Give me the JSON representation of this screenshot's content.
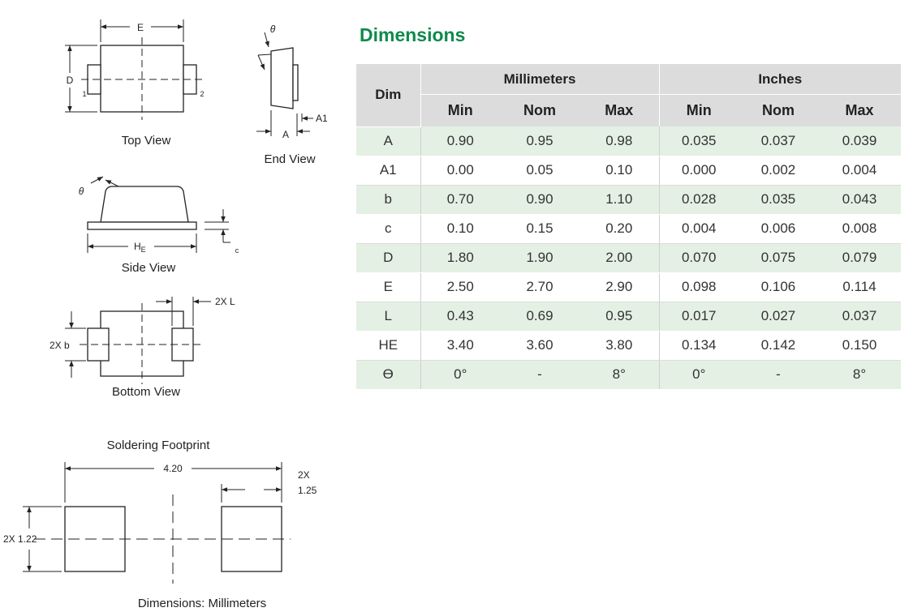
{
  "table_title": "Dimensions",
  "table": {
    "dim_header": "Dim",
    "group_headers": [
      "Millimeters",
      "Inches"
    ],
    "sub_headers": [
      "Min",
      "Nom",
      "Max",
      "Min",
      "Nom",
      "Max"
    ],
    "rows": [
      {
        "dim": "A",
        "mm": [
          "0.90",
          "0.95",
          "0.98"
        ],
        "in": [
          "0.035",
          "0.037",
          "0.039"
        ]
      },
      {
        "dim": "A1",
        "mm": [
          "0.00",
          "0.05",
          "0.10"
        ],
        "in": [
          "0.000",
          "0.002",
          "0.004"
        ]
      },
      {
        "dim": "b",
        "mm": [
          "0.70",
          "0.90",
          "1.10"
        ],
        "in": [
          "0.028",
          "0.035",
          "0.043"
        ]
      },
      {
        "dim": "c",
        "mm": [
          "0.10",
          "0.15",
          "0.20"
        ],
        "in": [
          "0.004",
          "0.006",
          "0.008"
        ]
      },
      {
        "dim": "D",
        "mm": [
          "1.80",
          "1.90",
          "2.00"
        ],
        "in": [
          "0.070",
          "0.075",
          "0.079"
        ]
      },
      {
        "dim": "E",
        "mm": [
          "2.50",
          "2.70",
          "2.90"
        ],
        "in": [
          "0.098",
          "0.106",
          "0.114"
        ]
      },
      {
        "dim": "L",
        "mm": [
          "0.43",
          "0.69",
          "0.95"
        ],
        "in": [
          "0.017",
          "0.027",
          "0.037"
        ]
      },
      {
        "dim": "HE",
        "mm": [
          "3.40",
          "3.60",
          "3.80"
        ],
        "in": [
          "0.134",
          "0.142",
          "0.150"
        ]
      },
      {
        "dim": "ϴ",
        "mm": [
          "0°",
          "-",
          "8°"
        ],
        "in": [
          "0°",
          "-",
          "8°"
        ]
      }
    ]
  },
  "views": {
    "top": {
      "caption": "Top View",
      "label_e": "E",
      "label_d": "D",
      "pin1": "1",
      "pin2": "2"
    },
    "end": {
      "caption": "End View",
      "label_theta": "θ",
      "label_a": "A",
      "label_a1": "A1"
    },
    "side": {
      "caption": "Side View",
      "label_theta": "θ",
      "label_he": "H",
      "label_he_sub": "E",
      "label_c": "c"
    },
    "bottom": {
      "caption": "Bottom View",
      "label_2xl": "2X L",
      "label_2xb": "2X b"
    },
    "footprint": {
      "title": "Soldering Footprint",
      "label_width": "4.20",
      "label_pad_w_1": "2X",
      "label_pad_w_2": "1.25",
      "label_pad_h": "2X 1.22",
      "caption": "Dimensions: Millimeters"
    }
  }
}
